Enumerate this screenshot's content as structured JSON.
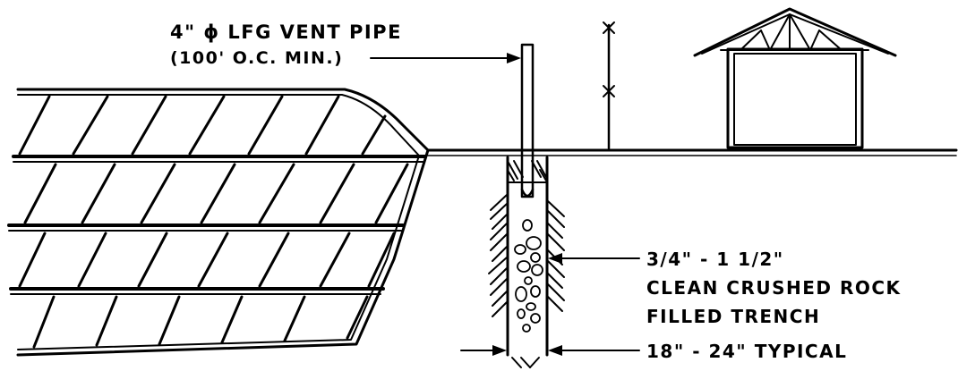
{
  "labels": {
    "vent_pipe_line1": "4\" ϕ LFG VENT PIPE",
    "vent_pipe_line2": "(100' O.C. MIN.)",
    "rock_size": "3/4\" - 1 1/2\"",
    "rock_desc_line1": "CLEAN CRUSHED ROCK",
    "rock_desc_line2": "FILLED TRENCH",
    "trench_width": "18\" - 24\" TYPICAL"
  },
  "colors": {
    "ink": "#000000",
    "paper": "#ffffff"
  }
}
